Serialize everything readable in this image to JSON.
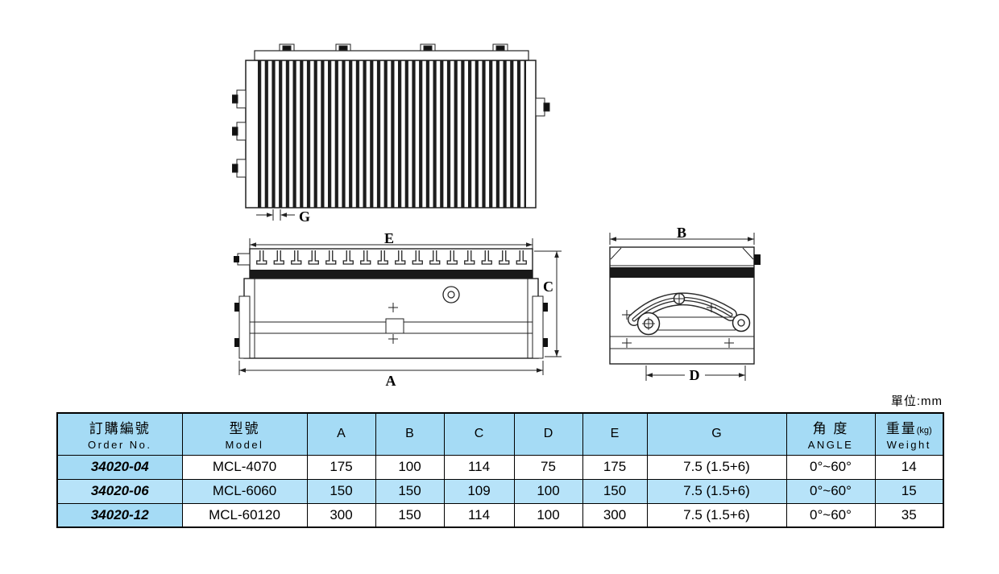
{
  "unit_label": "單位:mm",
  "drawing_labels": {
    "g": "G",
    "e": "E",
    "c": "C",
    "a": "A",
    "b": "B",
    "d": "D"
  },
  "table": {
    "headers": {
      "order": {
        "zh": "訂購編號",
        "en": "Order No."
      },
      "model": {
        "zh": "型號",
        "en": "Model"
      },
      "a": "A",
      "b": "B",
      "c": "C",
      "d": "D",
      "e": "E",
      "g": "G",
      "angle": {
        "zh": "角 度",
        "en": "ANGLE"
      },
      "weight": {
        "zh": "重量",
        "unit": "(kg)",
        "en": "Weight"
      }
    },
    "rows": [
      [
        "34020-04",
        "MCL-4070",
        "175",
        "100",
        "114",
        "75",
        "175",
        "7.5 (1.5+6)",
        "0°~60°",
        "14"
      ],
      [
        "34020-06",
        "MCL-6060",
        "150",
        "150",
        "109",
        "100",
        "150",
        "7.5 (1.5+6)",
        "0°~60°",
        "15"
      ],
      [
        "34020-12",
        "MCL-60120",
        "300",
        "150",
        "114",
        "100",
        "300",
        "7.5 (1.5+6)",
        "0°~60°",
        "35"
      ]
    ]
  }
}
